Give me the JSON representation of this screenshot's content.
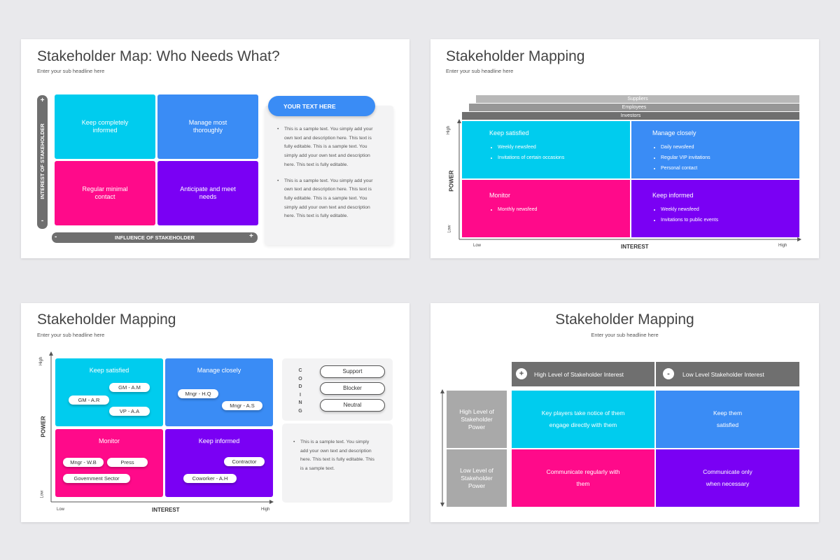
{
  "slide1": {
    "title": "Stakeholder Map: Who Needs What?",
    "subtitle": "Enter your sub headline here",
    "y_axis_label": "INTEREST OF STAKEHOLDER",
    "x_axis_label": "INFLUENCE OF STAKEHOLDER",
    "plus": "+",
    "minus": "-",
    "quadrants": {
      "top_left": "Keep completely informed",
      "top_right": "Manage most thoroughly",
      "bottom_left": "Regular minimal contact",
      "bottom_right": "Anticipate and meet needs"
    },
    "panel_header": "YOUR TEXT HERE",
    "panel_paragraphs": [
      "This is a sample text. You simply add your own text and description here. This text is fully editable. This is a sample text. You simply add your own text and description here. This text is fully editable.",
      "This is a sample text. You simply add your own text and description here. This text is fully editable. This is a sample text. You simply add your own text and description here. This text is fully editable."
    ],
    "colors": {
      "cyan": "#00ccee",
      "blue": "#3a8cf5",
      "pink": "#ff0a8a",
      "purple": "#7a00f4",
      "panel_header": "#3a8cf5"
    }
  },
  "slide2": {
    "title": "Stakeholder Mapping",
    "subtitle": "Enter your sub headline here",
    "layers": [
      "Suppliers",
      "Employees",
      "Investors"
    ],
    "y_axis_label": "POWER",
    "x_axis_label": "INTEREST",
    "y_high": "High",
    "y_low": "Low",
    "x_low": "Low",
    "x_high": "High",
    "quadrants": {
      "top_left": {
        "title": "Keep satisfied",
        "items": [
          "Weekly newsfeed",
          "Invitations of certain occasions"
        ]
      },
      "top_right": {
        "title": "Manage closely",
        "items": [
          "Daily newsfeed",
          "Regular VIP invitations",
          "Personal contact"
        ]
      },
      "bottom_left": {
        "title": "Monitor",
        "items": [
          "Monthly newsfeed"
        ]
      },
      "bottom_right": {
        "title": "Keep informed",
        "items": [
          "Weekly newsfeed",
          "Invitations to public events"
        ]
      }
    }
  },
  "slide3": {
    "title": "Stakeholder Mapping",
    "subtitle": "Enter your sub headline here",
    "y_axis_label": "POWER",
    "x_axis_label": "INTEREST",
    "y_high": "High",
    "y_low": "Low",
    "x_low": "Low",
    "x_high": "High",
    "quadrants": {
      "top_left": {
        "title": "Keep satisfied",
        "tags": [
          "GM - A.M",
          "GM - A.R",
          "VP - A.A"
        ]
      },
      "top_right": {
        "title": "Manage closely",
        "tags": [
          "Mngr - H.Q",
          "Mngr - A.S"
        ]
      },
      "bottom_left": {
        "title": "Monitor",
        "tags": [
          "Mngr - W.B",
          "Press",
          "Government Sector"
        ]
      },
      "bottom_right": {
        "title": "Keep informed",
        "tags": [
          "Contractor",
          "Coworker - A.H"
        ]
      }
    },
    "coding_letters": [
      "C",
      "O",
      "D",
      "I",
      "N",
      "G"
    ],
    "coding_items": [
      "Support",
      "Blocker",
      "Neutral"
    ],
    "panel_text": "This is a sample text. You simply add your own text and description here. This text is fully editable. This is a sample text."
  },
  "slide4": {
    "title": "Stakeholder Mapping",
    "subtitle": "Enter your sub headline here",
    "col_headers": [
      {
        "sign": "+",
        "label": "High Level of Stakeholder Interest"
      },
      {
        "sign": "-",
        "label": "Low Level Stakeholder Interest"
      }
    ],
    "row_headers": [
      "High Level of Stakeholder Power",
      "Low Level of Stakeholder Power"
    ],
    "cells": {
      "top_left": "Key players take notice of them engage directly with them",
      "top_right": "Keep them satisfied",
      "bottom_left": "Communicate regularly with them",
      "bottom_right": "Communicate only when necessary"
    }
  }
}
